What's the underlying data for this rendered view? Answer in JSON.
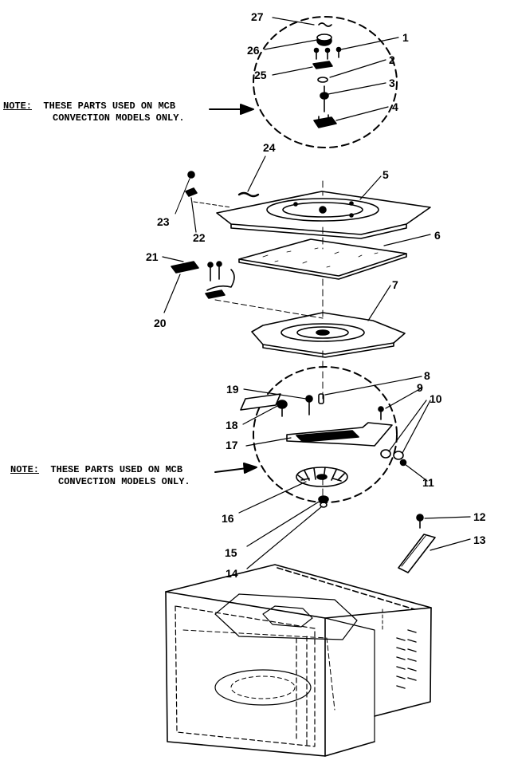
{
  "notes": [
    {
      "word": "NOTE:",
      "line1": "THESE PARTS USED ON MCB",
      "line2": "CONVECTION MODELS ONLY."
    },
    {
      "word": "NOTE:",
      "line1": "THESE PARTS USED ON MCB",
      "line2": "CONVECTION MODELS ONLY."
    }
  ],
  "callouts": [
    "1",
    "2",
    "3",
    "4",
    "5",
    "6",
    "7",
    "8",
    "9",
    "10",
    "11",
    "12",
    "13",
    "14",
    "15",
    "16",
    "17",
    "18",
    "19",
    "20",
    "21",
    "22",
    "23",
    "24",
    "25",
    "26",
    "27"
  ],
  "colors": {
    "ink": "#000000",
    "paper": "#ffffff"
  }
}
